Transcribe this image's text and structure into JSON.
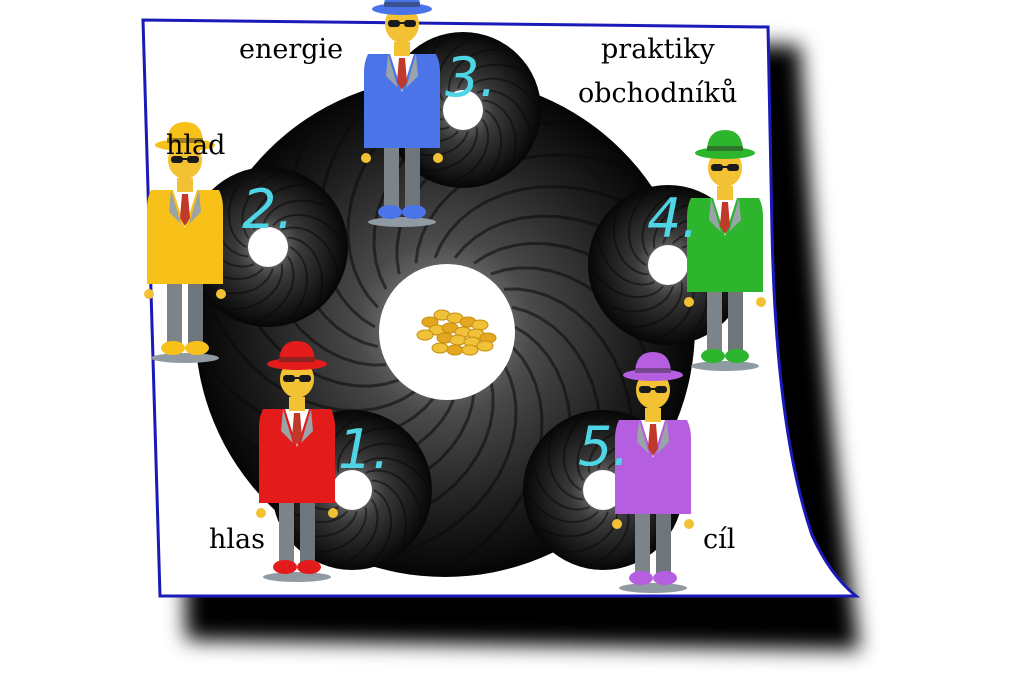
{
  "labels": {
    "energie": "energie",
    "praktiky": "praktiky",
    "obchodniku": "obchodníků",
    "hlad": "hlad",
    "hlas": "hlas",
    "cil": "cíl"
  },
  "steps": [
    {
      "number": "1.",
      "color": "#e31b1b"
    },
    {
      "number": "2.",
      "color": "#f7c11a"
    },
    {
      "number": "3.",
      "color": "#4a74e8"
    },
    {
      "number": "4.",
      "color": "#2db52d"
    },
    {
      "number": "5.",
      "color": "#b55fe0"
    }
  ],
  "colors": {
    "frame": "#1a1ab8",
    "number": "#4fd6e6",
    "vortex": "#000000",
    "gold": "#f0c23a"
  },
  "icons": {
    "center": "gold-coins-icon",
    "figure": "agent-in-hat-icon"
  }
}
